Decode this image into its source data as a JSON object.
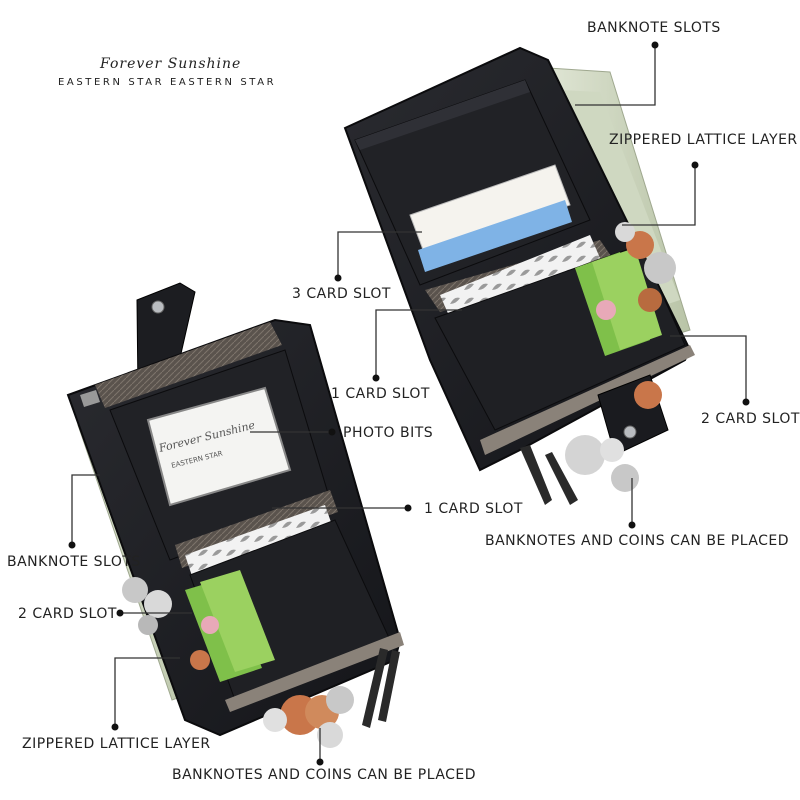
{
  "brand": {
    "script_name": "Forever Sunshine",
    "tagline": "EASTERN STAR  EASTERN STAR"
  },
  "photo_window": {
    "script_text": "Forever Sunshine",
    "sub_text": "EASTERN STAR"
  },
  "labels": {
    "banknote_slots_right": "BANKNOTE SLOTS",
    "zippered_lattice_right": "ZIPPERED LATTICE LAYER",
    "three_card_slot": "3 CARD SLOT",
    "one_card_slot_upper": "1 CARD SLOT",
    "two_card_slot_right": "2 CARD SLOT",
    "banknotes_coins_right": "BANKNOTES AND COINS CAN BE PLACED",
    "photo_bits": "PHOTO BITS",
    "one_card_slot_lower": "1 CARD SLOT",
    "banknote_slots_left": "BANKNOTE SLOTS",
    "two_card_slot_left": "2 CARD SLOT",
    "zippered_lattice_left": "ZIPPERED LATTICE LAYER",
    "banknotes_coins_bottom": "BANKNOTES AND COINS CAN BE PLACED"
  },
  "colors": {
    "leather": "#1c1d21",
    "leather_inner": "#26272c",
    "stitch_band": "#6b625a",
    "card_green": "#8cc63f",
    "card_blue": "#6aa6e0",
    "coin_copper": "#c9764a",
    "coin_silver": "#c8c8c8"
  }
}
